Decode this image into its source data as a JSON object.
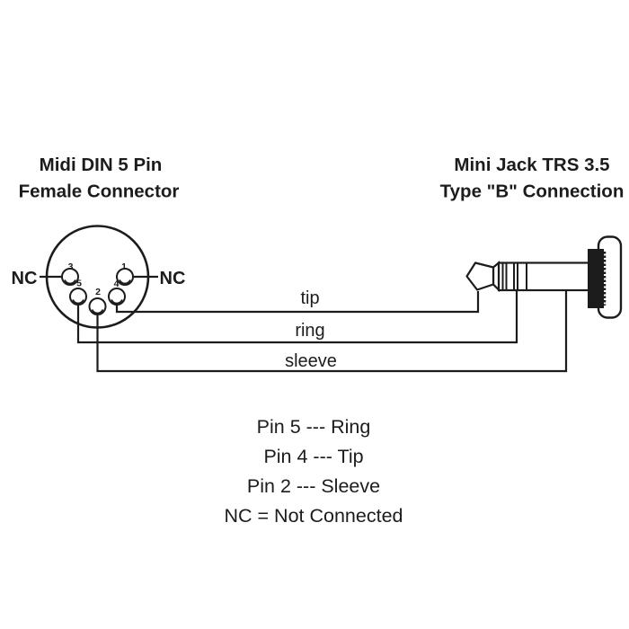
{
  "titles": {
    "left": {
      "line1": "Midi DIN 5 Pin",
      "line2": "Female Connector"
    },
    "right": {
      "line1": "Mini Jack TRS 3.5",
      "line2": "Type \"B\" Connection"
    }
  },
  "din_connector": {
    "nc_left": "NC",
    "nc_right": "NC",
    "pin_numbers": {
      "p1": "1",
      "p2": "2",
      "p3": "3",
      "p4": "4",
      "p5": "5"
    }
  },
  "wires": {
    "tip_label": "tip",
    "ring_label": "ring",
    "sleeve_label": "sleeve"
  },
  "legend": {
    "rows": [
      "Pin 5 --- Ring",
      "Pin 4 --- Tip",
      "Pin 2 --- Sleeve",
      "NC = Not Connected"
    ]
  },
  "colors": {
    "ink": "#1c1c1c",
    "background": "#ffffff"
  }
}
